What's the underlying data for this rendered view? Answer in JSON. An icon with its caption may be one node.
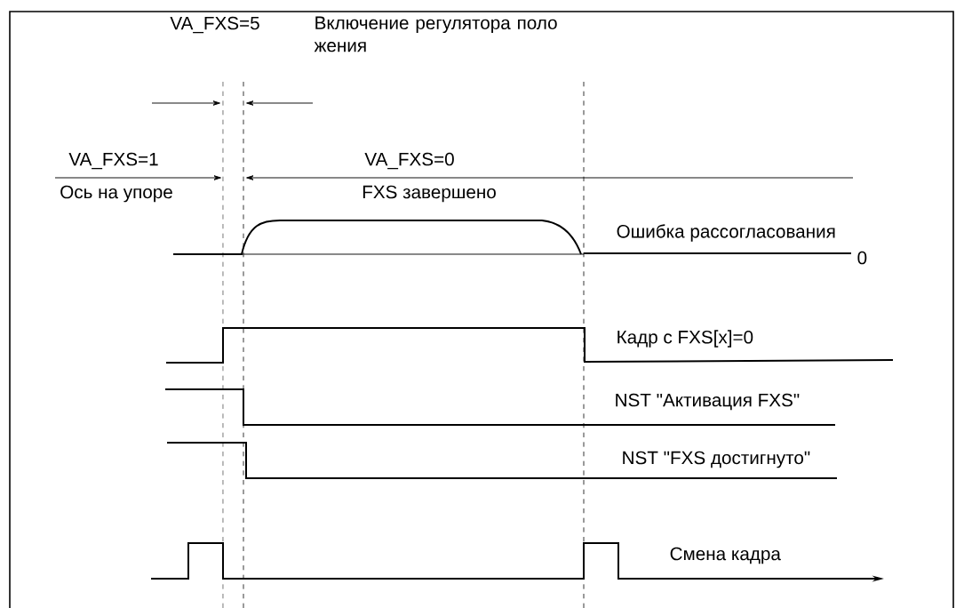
{
  "diagram": {
    "labels": [
      "VA_FXS=5",
      "Включение регулятора поло жения",
      "VA_FXS=1",
      "VA_FXS=0",
      "Ось на упоре",
      "FXS завершено",
      "Ошибка рассогласования",
      "0",
      "Кадр с FXS[x]=0",
      "NST \"Активация FXS\"",
      "NST \"FXS достигнуто\"",
      "Смена кадра"
    ]
  }
}
